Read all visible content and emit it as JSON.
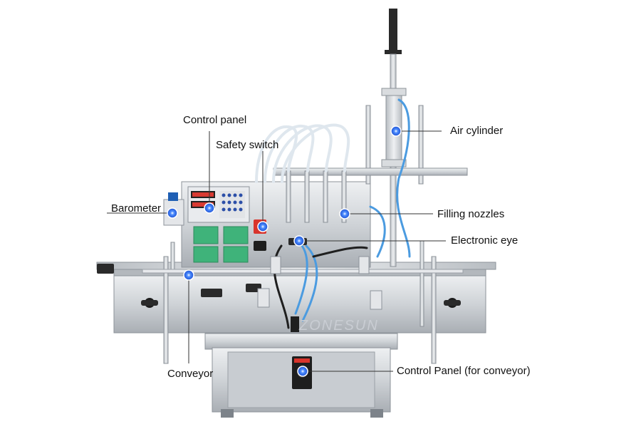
{
  "labels": {
    "control_panel": "Control panel",
    "safety_switch": "Safety switch",
    "barometer": "Barometer",
    "air_cylinder": "Air cylinder",
    "filling_nozzles": "Filling nozzles",
    "electronic_eye": "Electronic eye",
    "conveyor": "Conveyor",
    "conveyor_control_panel": "Control Panel (for conveyor)"
  },
  "watermark": "ZONESUN",
  "colors": {
    "marker": "#2a6df5",
    "leader_line": "#333333",
    "steel": "#d3d6da",
    "steel_dark": "#8d939a",
    "panel_green": "#3fb37a",
    "tube": "#4b9be0"
  }
}
